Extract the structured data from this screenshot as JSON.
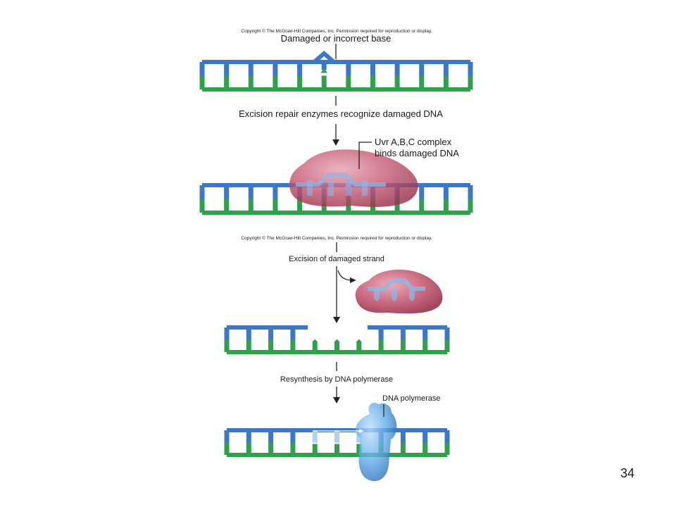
{
  "colors": {
    "backbone_top": "#3a78c9",
    "backbone_bottom": "#2ea24a",
    "enzyme": "#b94a63",
    "polymerase": "#3f8fd8",
    "line": "#222222"
  },
  "copyright_1": "Copyright © The McGraw-Hill Companies, Inc. Permission required for reproduction or display.",
  "copyright_2": "Copyright © The McGraw-Hill Companies, Inc. Permission required for reproduction or display.",
  "labels": {
    "damaged_base": "Damaged or incorrect base",
    "step_recognize": "Excision repair enzymes recognize damaged DNA",
    "uvr_line1": "Uvr A,B,C complex",
    "uvr_line2": "binds damaged DNA",
    "step_excision": "Excision of damaged strand",
    "step_resynthesis": "Resynthesis by DNA polymerase",
    "polymerase": "DNA polymerase"
  },
  "page_number": "34"
}
